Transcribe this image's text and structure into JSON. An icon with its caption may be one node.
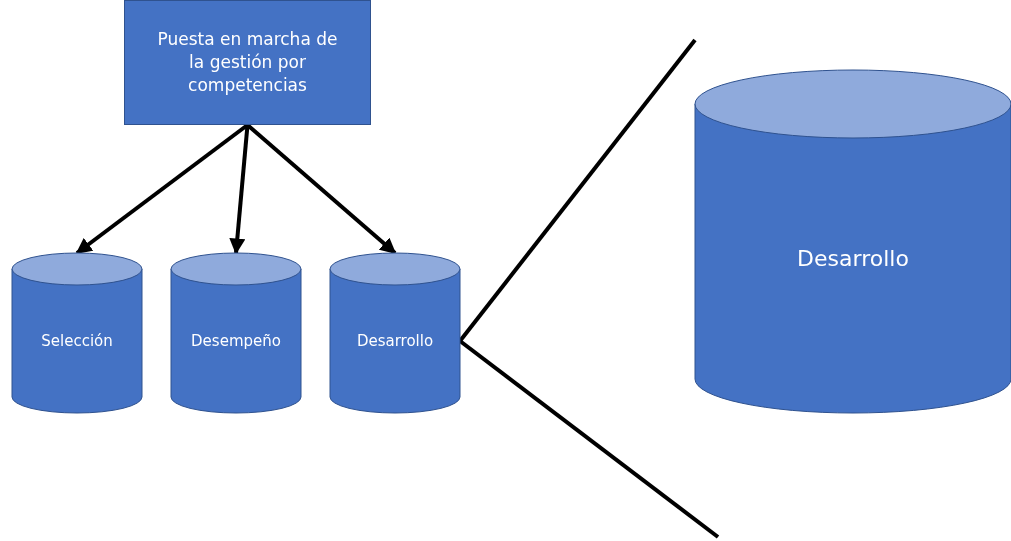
{
  "diagram": {
    "nodes": [
      {
        "text": [
          "Puesta en marcha de la gestión por competencias"
        ]
      },
      {
        "text": [
          "Selección"
        ]
      },
      {
        "text": [
          "Desempeño"
        ]
      },
      {
        "text": [
          "Desarrollo"
        ]
      },
      {
        "text": [
          "Desarrollo"
        ]
      }
    ],
    "edges": [
      {
        "from": 0,
        "to": 1,
        "arrow": "to"
      },
      {
        "from": 0,
        "to": 2,
        "arrow": "to"
      },
      {
        "from": 0,
        "to": 3,
        "arrow": "to"
      },
      {
        "from": 3,
        "to": null,
        "arrow": "none"
      },
      {
        "from": 3,
        "to": null,
        "arrow": "none"
      }
    ]
  }
}
